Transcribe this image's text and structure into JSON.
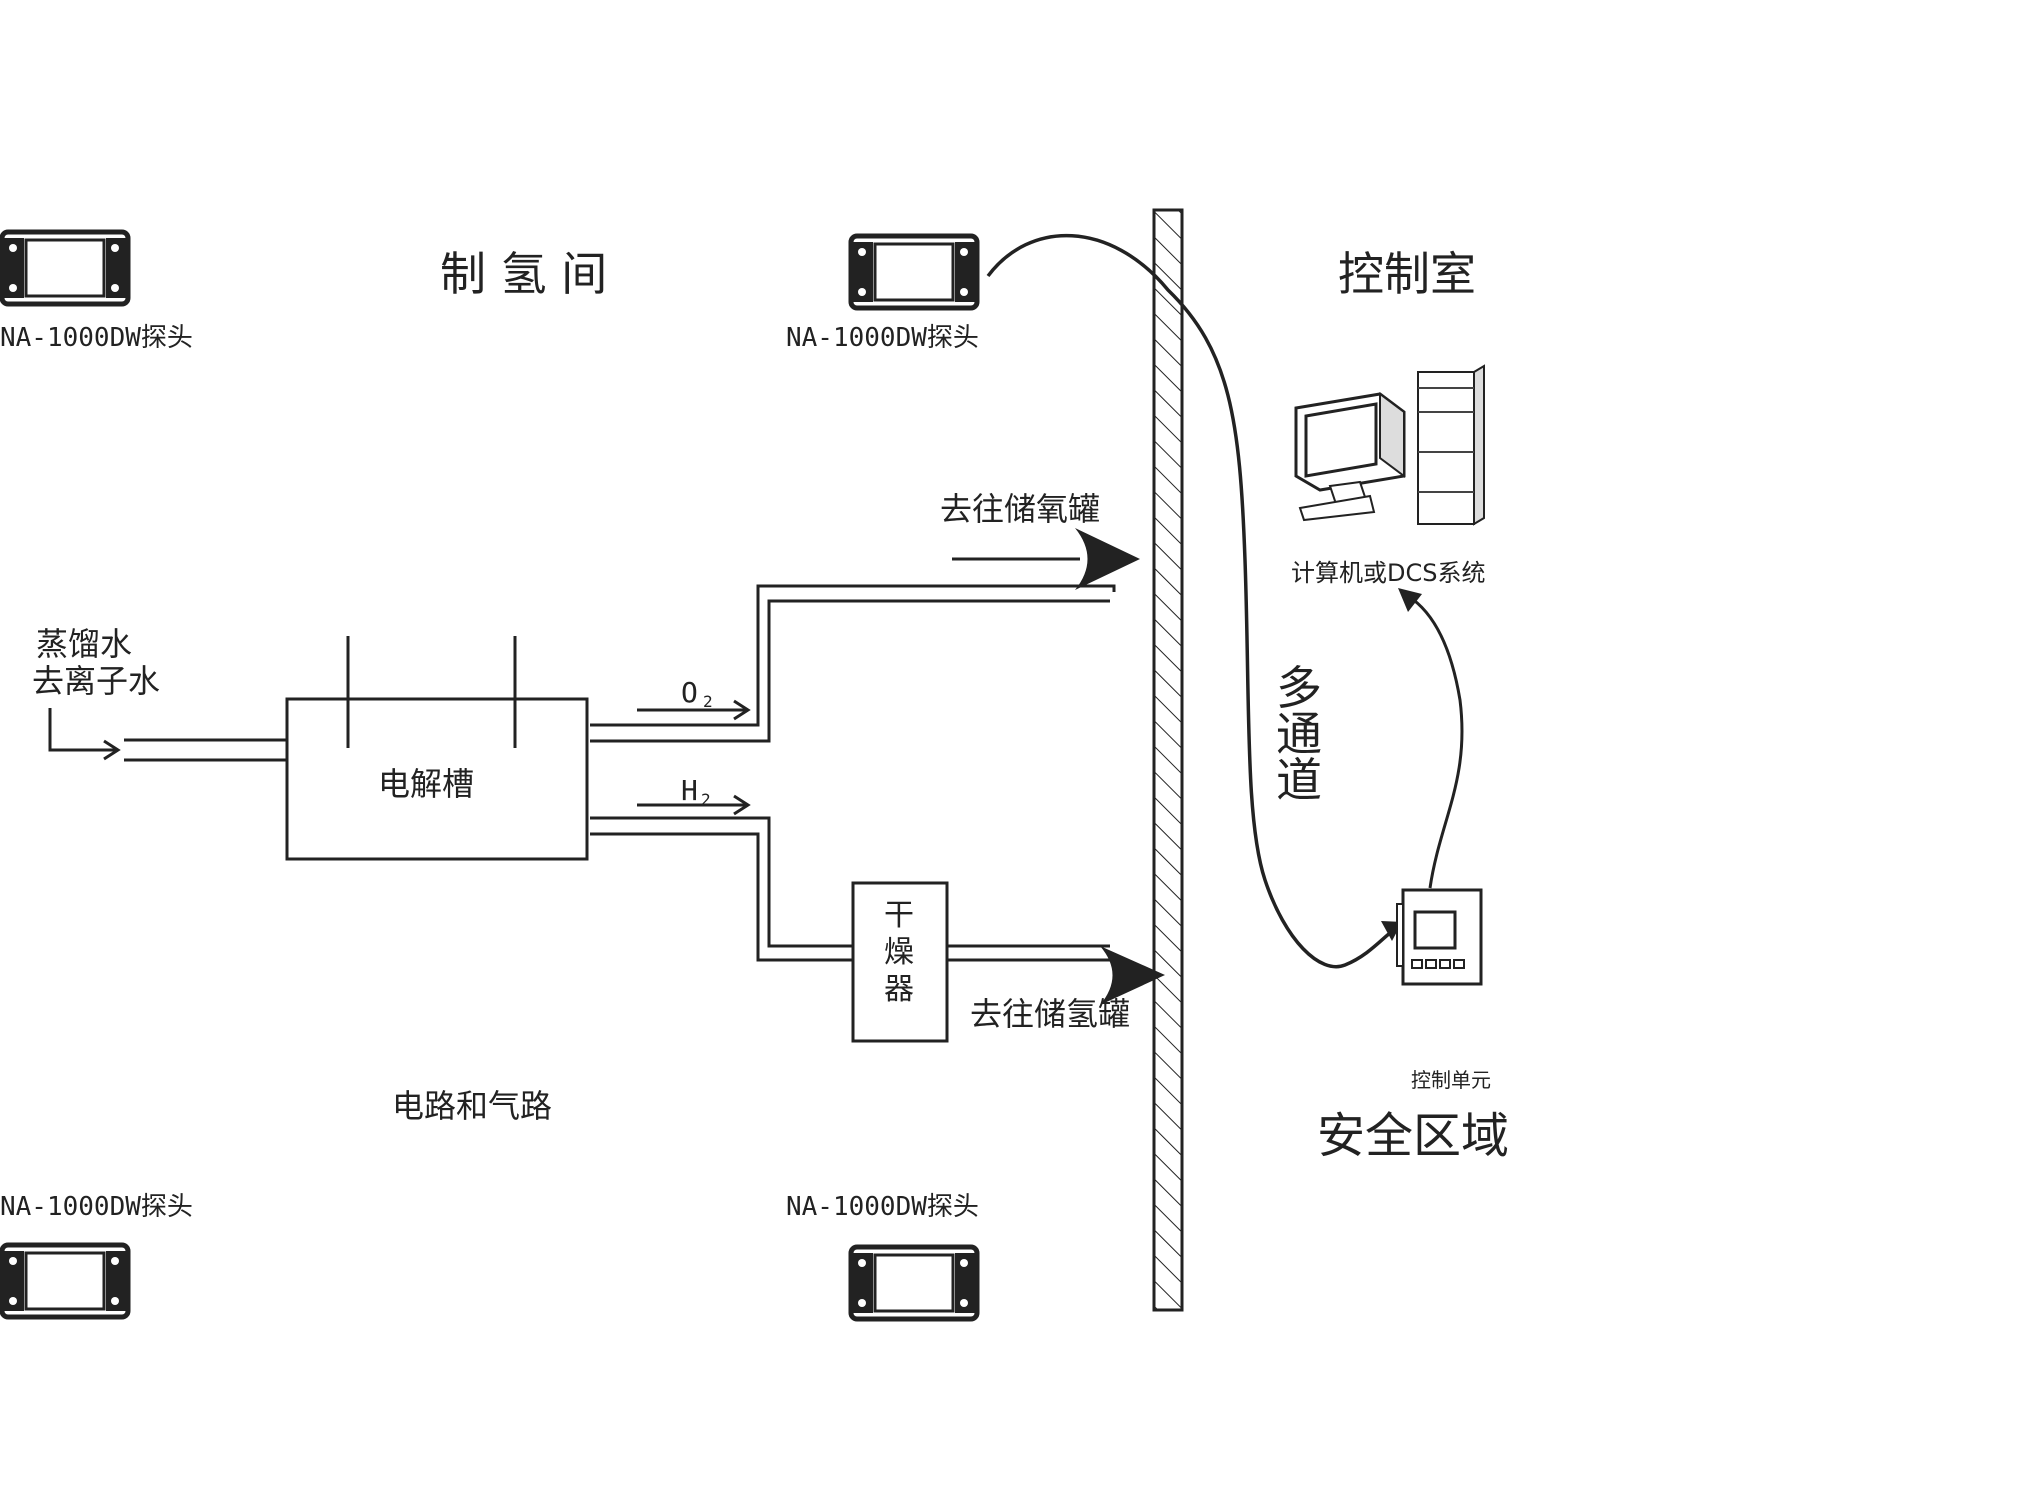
{
  "rooms": {
    "hydrogen_room": "制 氢 间",
    "control_room": "控制室",
    "safe_zone": "安全区域",
    "circuit_gas": "电路和气路"
  },
  "probes": {
    "top_left": "NA-1000DW探头",
    "top_center": "NA-1000DW探头",
    "bottom_left": "NA-1000DW探头",
    "bottom_center": "NA-1000DW探头"
  },
  "inputs": {
    "distilled_water": "蒸馏水",
    "deionized_water": "去离子水"
  },
  "equipment": {
    "electrolyzer": "电解槽",
    "dryer_chars": [
      "干",
      "燥",
      "器"
    ],
    "computer_dcs": "计算机或DCS系统",
    "control_unit": "控制单元"
  },
  "gases": {
    "o2_main": "O",
    "o2_sub": "2",
    "h2_main": "H",
    "h2_sub": "2"
  },
  "destinations": {
    "to_oxygen_tank": "去往储氧罐",
    "to_hydrogen_tank": "去往储氢罐"
  },
  "channel_chars": [
    "多",
    "通",
    "道"
  ],
  "colors": {
    "line": "#222222",
    "wall_fill": "#ffffff"
  }
}
